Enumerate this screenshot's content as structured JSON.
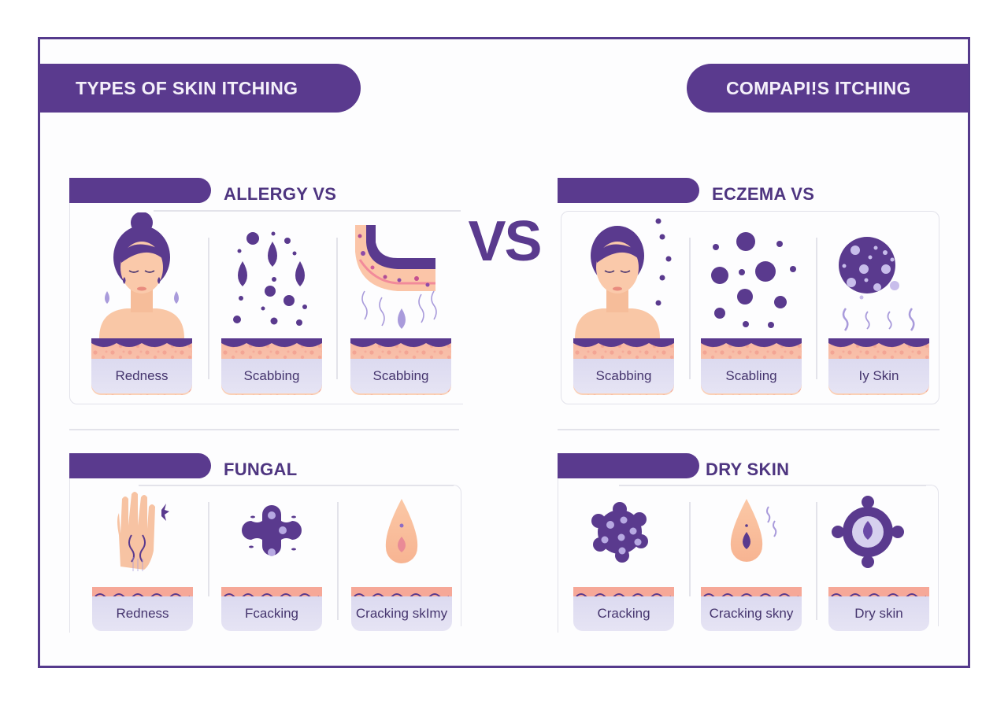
{
  "header": {
    "left_title": "TYPES OF SKIN ITCHING",
    "right_title": "COMPAPI!S ITCHING",
    "vs": "VS"
  },
  "colors": {
    "primary_purple": "#5a3a8e",
    "frame_purple": "#553a8c",
    "skin_peach": "#f8c4a4",
    "label_lavender": "#dcdaf0",
    "light_purple": "#a99bdb"
  },
  "sections": [
    {
      "title": "ALLERGY VS",
      "panels": [
        {
          "icon": "woman-face-icon",
          "label": "Redness"
        },
        {
          "icon": "droplets-icon",
          "label": "Scabbing"
        },
        {
          "icon": "skin-layer-curve-icon",
          "label": "Scabbing"
        }
      ]
    },
    {
      "title": "ECZEMA VS",
      "panels": [
        {
          "icon": "woman-face-icon",
          "label": "Scabbing"
        },
        {
          "icon": "dots-icon",
          "label": "Scabling"
        },
        {
          "icon": "spotted-circle-icon",
          "label": "Iy Skin"
        }
      ]
    },
    {
      "title": "FUNGAL",
      "panels": [
        {
          "icon": "hand-icon",
          "label": "Redness"
        },
        {
          "icon": "fungus-cross-icon",
          "label": "Fcacking"
        },
        {
          "icon": "drop-icon",
          "label": "Cracking skImy"
        }
      ]
    },
    {
      "title": "DRY SKIN",
      "panels": [
        {
          "icon": "gear-blob-icon",
          "label": "Cracking"
        },
        {
          "icon": "drop-icon",
          "label": "Cracking skny"
        },
        {
          "icon": "target-drop-icon",
          "label": "Dry skin"
        }
      ]
    }
  ]
}
